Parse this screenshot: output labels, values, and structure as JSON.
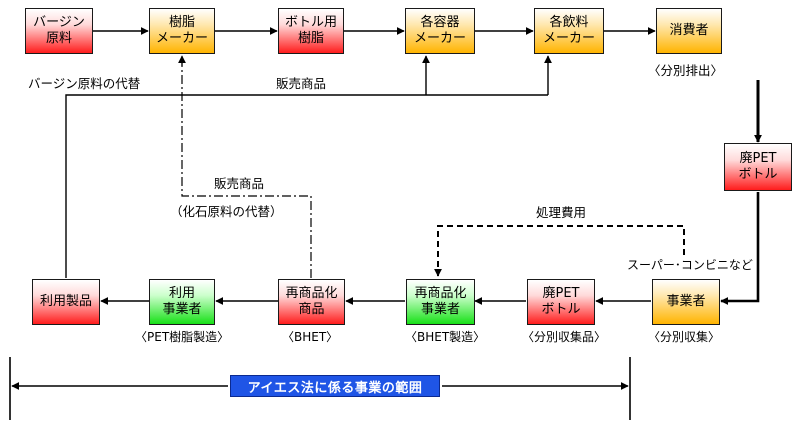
{
  "nodes": {
    "virgin": "バージン\n原料",
    "resin_maker": "樹脂\nメーカー",
    "bottle_resin": "ボトル用\n樹脂",
    "container_maker": "各容器\nメーカー",
    "beverage_maker": "各飲料\nメーカー",
    "consumer": "消費者",
    "waste_pet": "廃PET\nボトル",
    "business": "事業者",
    "waste_pet_collected": "廃PET\nボトル",
    "remake_maker": "再商品化\n事業者",
    "remake_product": "再商品化\n商品",
    "user_business": "利用\n事業者",
    "use_product": "利用製品"
  },
  "labels": {
    "virgin_substitute": "バージン原料の代替",
    "sales_product_top": "販売商品",
    "separate_disposal": "〈分別排出〉",
    "sales_product_mid": "販売商品",
    "fossil_substitute": "（化石原料の代替）",
    "processing_cost": "処理費用",
    "supermarket": "スーパー･コンビニなど",
    "pet_resin_mfg": "〈PET樹脂製造〉",
    "bhet": "〈BHET〉",
    "bhet_mfg": "〈BHET製造〉",
    "sorted_collected": "〈分別収集品〉",
    "sorted_collection": "〈分別収集〉"
  },
  "scope": {
    "title": "アイエス法に係る事業の範囲"
  },
  "colors": {
    "red_box": "#ff1c1c",
    "orange_box": "#ffb400",
    "green_box": "#18e018",
    "scope_blue": "#1f55e6"
  }
}
